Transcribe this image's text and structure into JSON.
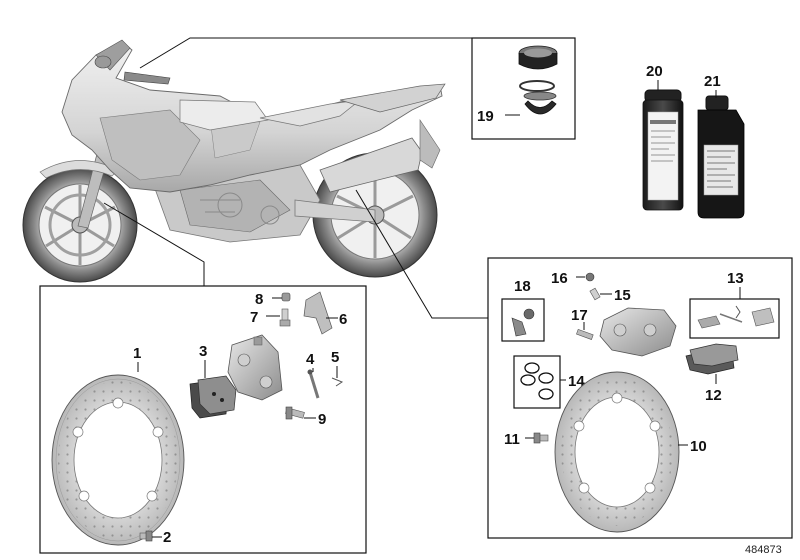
{
  "diagram": {
    "reference_number": "484873",
    "callouts": [
      {
        "id": "c1",
        "text": "1"
      },
      {
        "id": "c2",
        "text": "2"
      },
      {
        "id": "c3",
        "text": "3"
      },
      {
        "id": "c4",
        "text": "4"
      },
      {
        "id": "c5",
        "text": "5"
      },
      {
        "id": "c6",
        "text": "6"
      },
      {
        "id": "c7",
        "text": "7"
      },
      {
        "id": "c8",
        "text": "8"
      },
      {
        "id": "c9",
        "text": "9"
      },
      {
        "id": "c10",
        "text": "10"
      },
      {
        "id": "c11",
        "text": "11"
      },
      {
        "id": "c12",
        "text": "12"
      },
      {
        "id": "c13",
        "text": "13"
      },
      {
        "id": "c14",
        "text": "14"
      },
      {
        "id": "c15",
        "text": "15"
      },
      {
        "id": "c16",
        "text": "16"
      },
      {
        "id": "c17",
        "text": "17"
      },
      {
        "id": "c18",
        "text": "18"
      },
      {
        "id": "c19",
        "text": "19"
      },
      {
        "id": "c20",
        "text": "20"
      },
      {
        "id": "c21",
        "text": "21"
      }
    ]
  }
}
